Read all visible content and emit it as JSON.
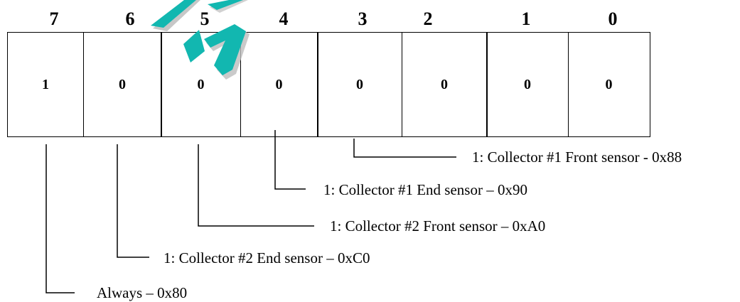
{
  "bits": [
    {
      "number": "7",
      "value": "1",
      "label": "Always – 0x80"
    },
    {
      "number": "6",
      "value": "0",
      "label": "1: Collector #2 End sensor – 0xC0"
    },
    {
      "number": "5",
      "value": "0",
      "label": "1: Collector #2 Front sensor – 0xA0"
    },
    {
      "number": "4",
      "value": "0",
      "label": "1: Collector #1 End sensor – 0x90"
    },
    {
      "number": "3",
      "value": "0",
      "label": "1: Collector #1 Front sensor - 0x88"
    },
    {
      "number": "2",
      "value": "0"
    },
    {
      "number": "1",
      "value": "0"
    },
    {
      "number": "0",
      "value": "0"
    }
  ],
  "colors": {
    "line": "#000000",
    "watermark": "#12b7b0"
  }
}
